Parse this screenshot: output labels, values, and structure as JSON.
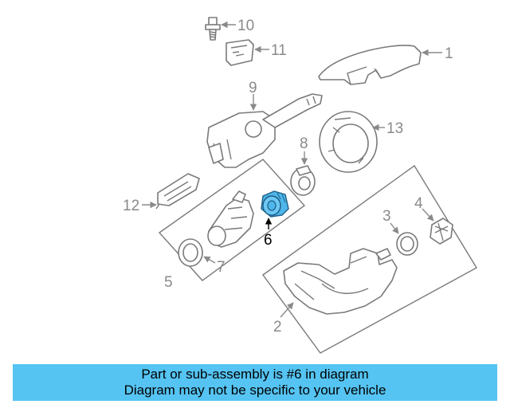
{
  "callouts": {
    "c1": "1",
    "c2": "2",
    "c3": "3",
    "c4": "4",
    "c5": "5",
    "c6": "6",
    "c7": "7",
    "c8": "8",
    "c9": "9",
    "c10": "10",
    "c11": "11",
    "c12": "12",
    "c13": "13"
  },
  "highlight_color": "#4fb6ea",
  "banner": {
    "line1": "Part or sub-assembly is #6 in diagram",
    "line2": "Diagram may not be specific to your vehicle",
    "background": "#55c4f2"
  }
}
